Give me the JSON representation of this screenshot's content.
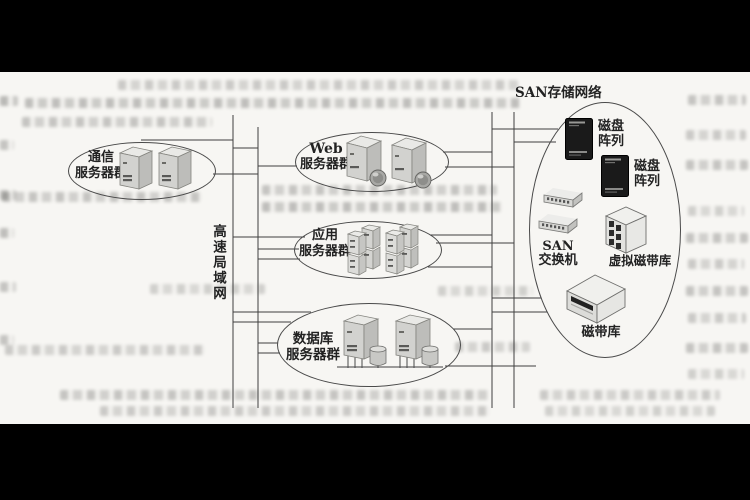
{
  "diagram": {
    "lan_label": "高速局域网",
    "groups": {
      "comm": {
        "line1": "通信",
        "line2": "服务器群"
      },
      "web": {
        "line1": "Web",
        "line2": "服务器群"
      },
      "app": {
        "line1": "应用",
        "line2": "服务器群"
      },
      "db": {
        "line1": "数据库",
        "line2": "服务器群"
      }
    },
    "san": {
      "title": "SAN存储网络",
      "disk_array_1": {
        "line1": "磁盘",
        "line2": "阵列"
      },
      "disk_array_2": {
        "line1": "磁盘",
        "line2": "阵列"
      },
      "san_switch": {
        "line1": "SAN",
        "line2": "交换机"
      },
      "virtual_tape_library": {
        "label": "虚拟磁带库"
      },
      "tape_library": {
        "label": "磁带库"
      }
    },
    "icons": [
      "tower-server-icon",
      "web-server-icon",
      "server-cluster-icon",
      "database-server-icon",
      "disk-array-icon",
      "san-switch-icon",
      "virtual-tape-library-icon",
      "tape-library-icon"
    ],
    "colors": {
      "connector_line": "#3f3f3f",
      "page_background": "#f7f6f3",
      "letterbox": "#000000",
      "device_dark": "#1a1a1a"
    }
  }
}
